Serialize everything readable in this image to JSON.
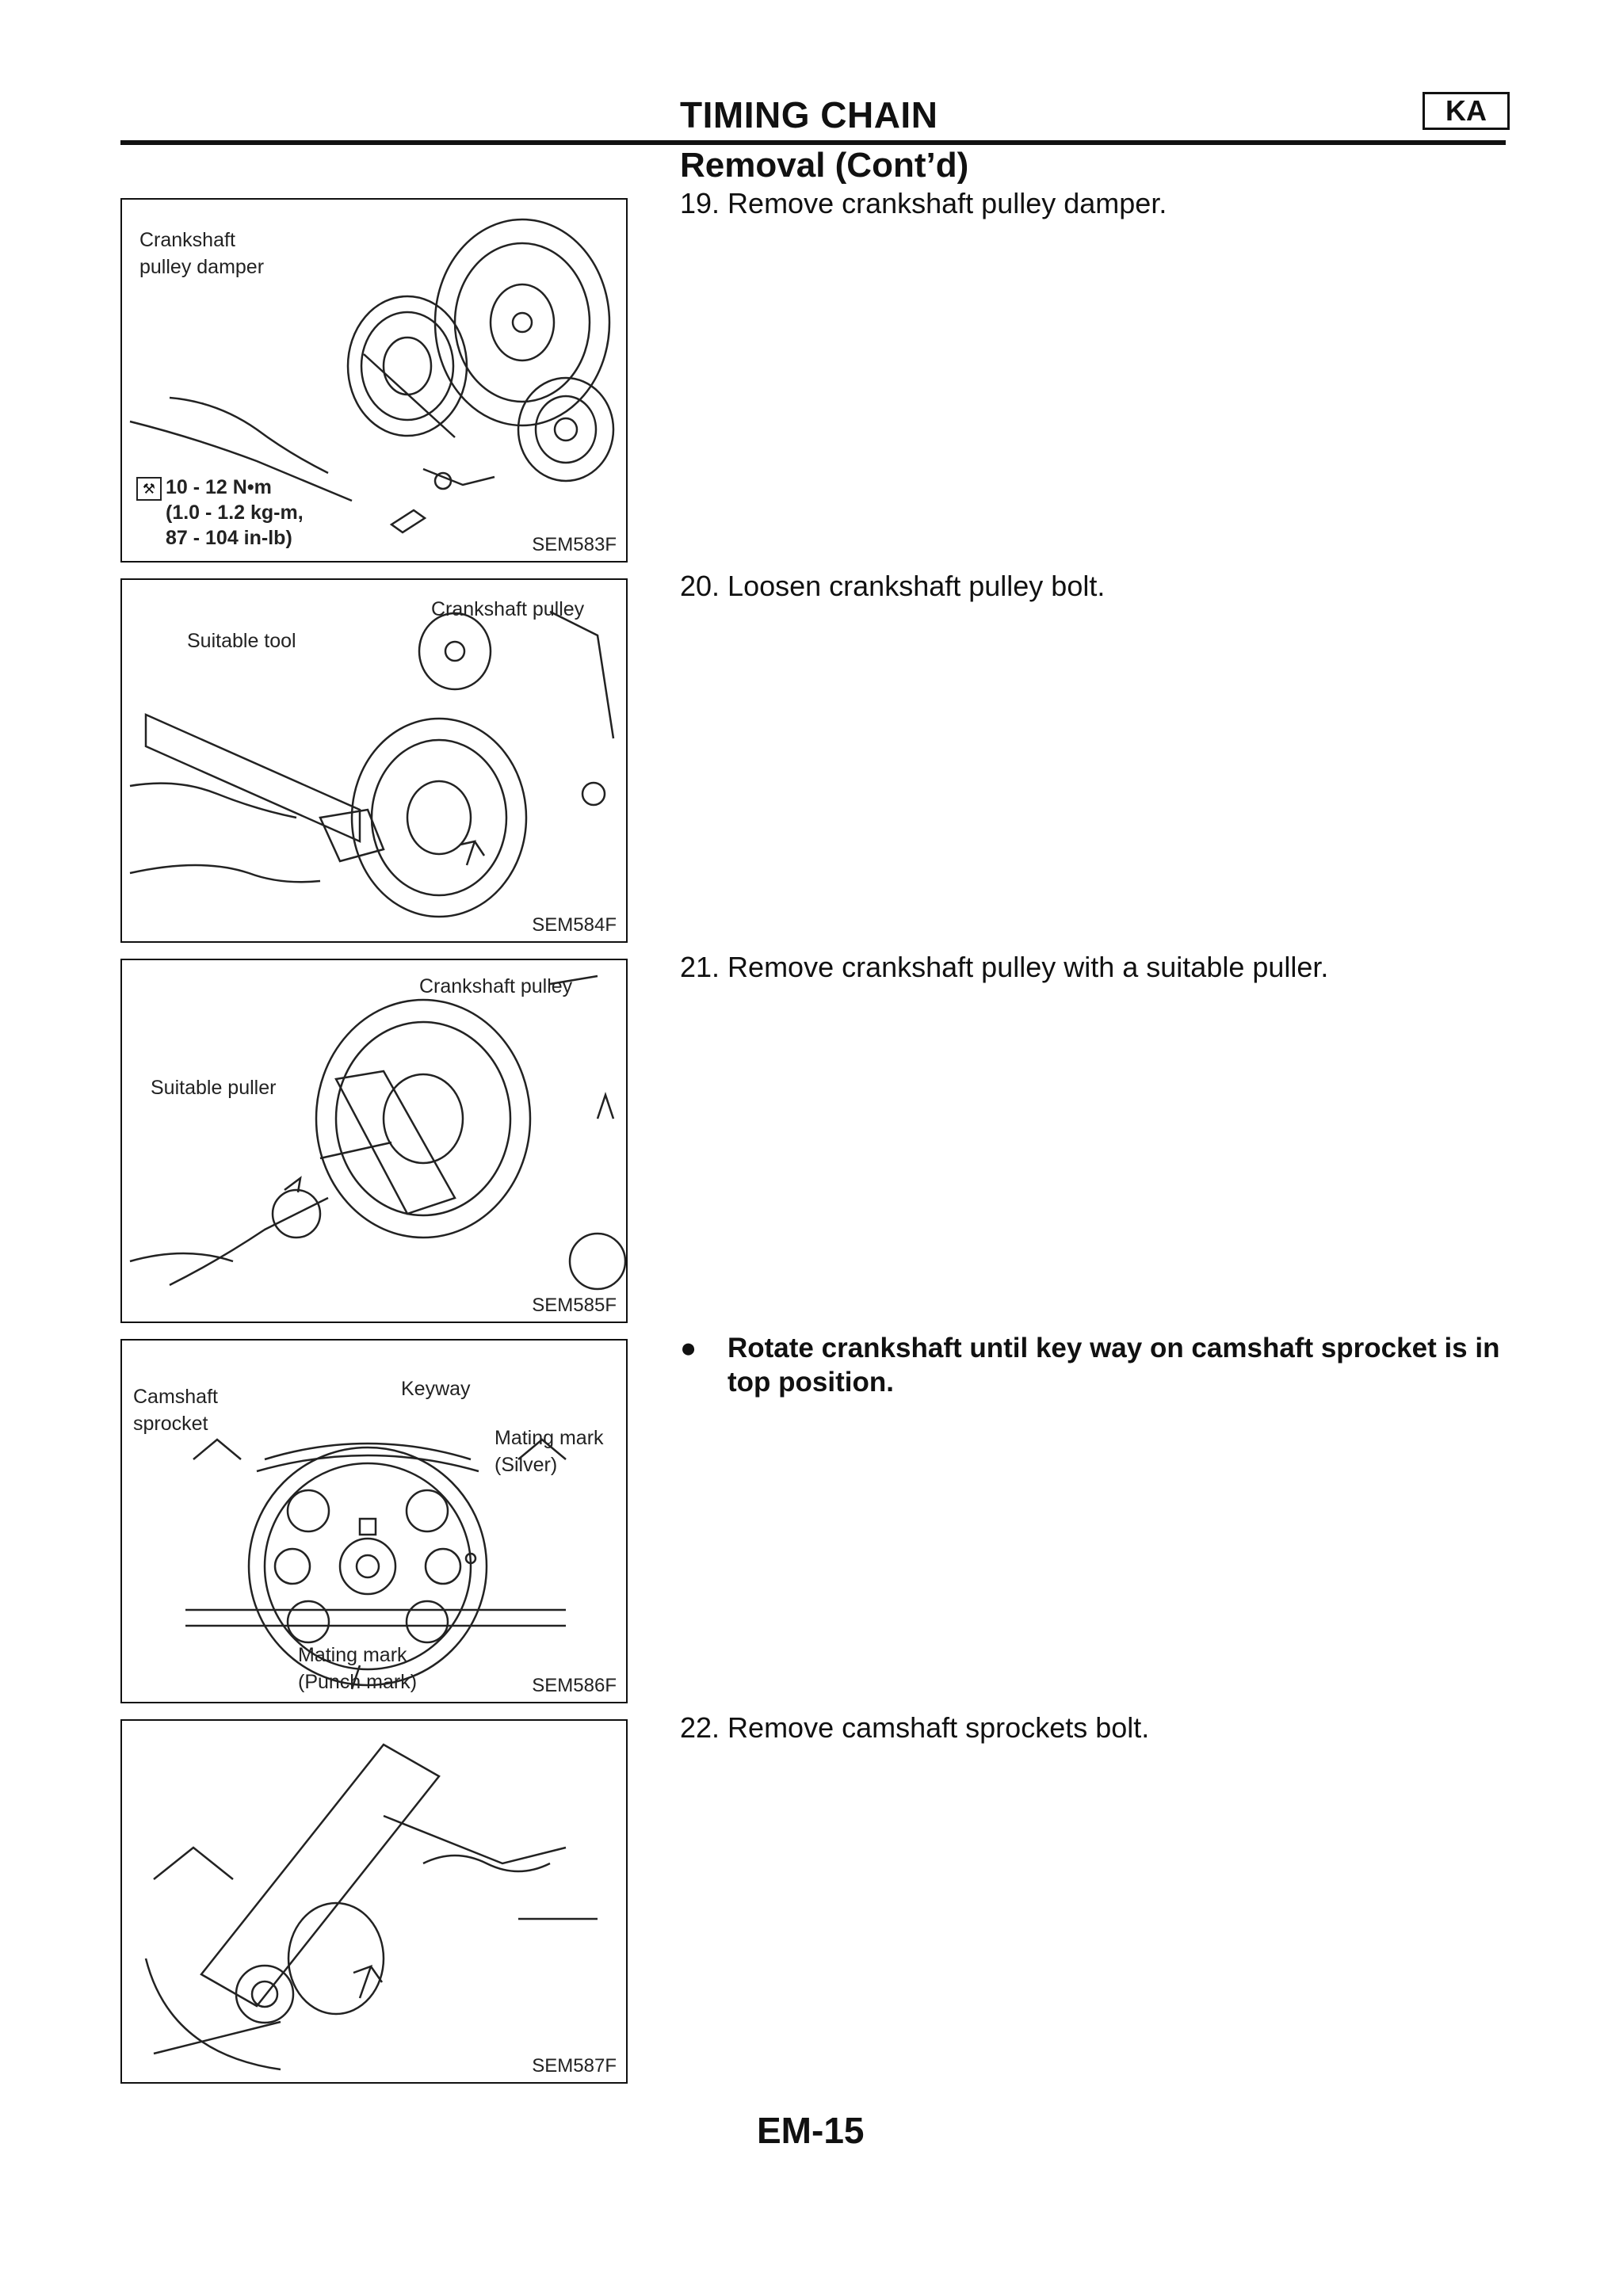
{
  "header": {
    "title": "TIMING CHAIN",
    "badge": "KA",
    "subtitle": "Removal (Cont’d)"
  },
  "figures": [
    {
      "code": "SEM583F",
      "labels": [
        "Crankshaft",
        "pulley damper"
      ],
      "torque": [
        "10 - 12 N•m",
        "(1.0 - 1.2 kg-m,",
        "87 - 104 in-lb)"
      ]
    },
    {
      "code": "SEM584F",
      "labels": [
        "Suitable tool",
        "Crankshaft pulley"
      ]
    },
    {
      "code": "SEM585F",
      "labels": [
        "Crankshaft pulley",
        "Suitable puller"
      ]
    },
    {
      "code": "SEM586F",
      "labels": [
        "Camshaft",
        "sprocket",
        "Keyway",
        "Mating mark",
        "(Silver)",
        "Mating mark",
        "(Punch mark)"
      ]
    },
    {
      "code": "SEM587F",
      "labels": []
    }
  ],
  "steps": [
    "19. Remove crankshaft pulley damper.",
    "20. Loosen crankshaft pulley bolt.",
    "21. Remove crankshaft pulley with a suitable puller.",
    "22. Remove camshaft sprockets bolt."
  ],
  "note": {
    "bullet": "●",
    "text": "Rotate crankshaft until key way on camshaft sprocket is in top position."
  },
  "footer": {
    "page": "EM-15"
  }
}
